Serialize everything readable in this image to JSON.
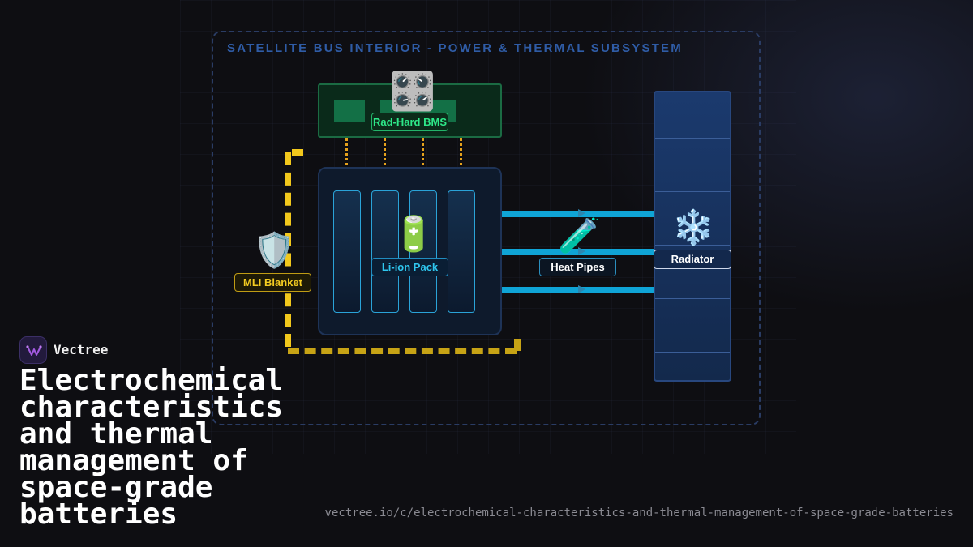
{
  "diagram": {
    "title": "SATELLITE BUS INTERIOR - POWER & THERMAL SUBSYSTEM",
    "components": {
      "bms": {
        "label": "Rad-Hard BMS",
        "icon": "control-knobs-icon",
        "color": "#2ee889"
      },
      "battery": {
        "label": "Li-ion Pack",
        "icon": "battery-icon",
        "color": "#2fc6ee"
      },
      "mli": {
        "label": "MLI Blanket",
        "icon": "shield-icon",
        "color": "#f4cc21"
      },
      "heat_pipes": {
        "label": "Heat Pipes",
        "icon": "test-tube-icon",
        "color": "#0fa4d6"
      },
      "radiator": {
        "label": "Radiator",
        "icon": "snowflake-icon",
        "color": "#1b3a6e"
      }
    },
    "cell_count": 4,
    "heat_pipe_count": 3,
    "bms_link_count": 4
  },
  "brand": {
    "name": "Vectree",
    "logo_icon": "vectree-logo-icon",
    "accent": "#a35ae0"
  },
  "headline": "Electrochemical characteristics and thermal management of space-grade batteries",
  "url": "vectree.io/c/electrochemical-characteristics-and-thermal-management-of-space-grade-batteries"
}
